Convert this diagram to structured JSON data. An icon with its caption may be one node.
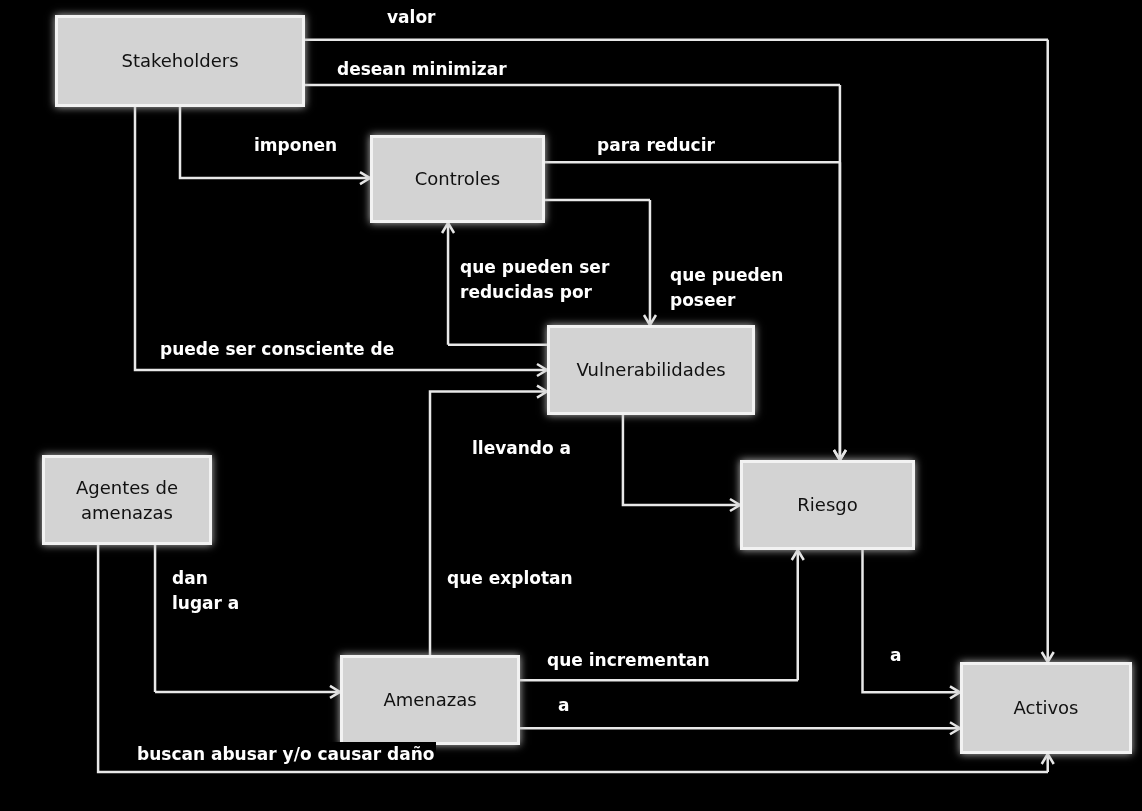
{
  "diagram": {
    "nodes": [
      {
        "text": [
          "Stakeholders"
        ]
      },
      {
        "text": [
          "Controles"
        ]
      },
      {
        "text": [
          "Vulnerabilidades"
        ]
      },
      {
        "text": [
          "Agentes de amenazas"
        ]
      },
      {
        "text": [
          "Riesgo"
        ]
      },
      {
        "text": [
          "Amenazas"
        ]
      },
      {
        "text": [
          "Activos"
        ]
      }
    ],
    "edges": [
      {
        "from": 0,
        "to": 6,
        "arrow": "to",
        "label": "valor"
      },
      {
        "from": 0,
        "to": 4,
        "arrow": "to",
        "label": "desean minimizar"
      },
      {
        "from": 0,
        "to": 1,
        "arrow": "to",
        "label": "imponen"
      },
      {
        "from": 1,
        "to": 4,
        "arrow": "to",
        "label": "para reducir"
      },
      {
        "from": 2,
        "to": 1,
        "arrow": "to",
        "label": "que pueden ser reducidas por"
      },
      {
        "from": 1,
        "to": 2,
        "arrow": "to",
        "label": "que pueden poseer"
      },
      {
        "from": 0,
        "to": 2,
        "arrow": "to",
        "label": "puede ser consciente de"
      },
      {
        "from": 5,
        "to": 2,
        "arrow": "to",
        "label": "que explotan"
      },
      {
        "from": 2,
        "to": 4,
        "arrow": "to",
        "label": "llevando a"
      },
      {
        "from": 3,
        "to": 5,
        "arrow": "to",
        "label": "dan lugar a"
      },
      {
        "from": 5,
        "to": 4,
        "arrow": "to",
        "label": "que incrementan"
      },
      {
        "from": 5,
        "to": 6,
        "arrow": "to",
        "label": "a"
      },
      {
        "from": 4,
        "to": 6,
        "arrow": "to",
        "label": "a"
      },
      {
        "from": 3,
        "to": 6,
        "arrow": "to",
        "label": "buscan abusar y/o causar daño"
      }
    ]
  }
}
